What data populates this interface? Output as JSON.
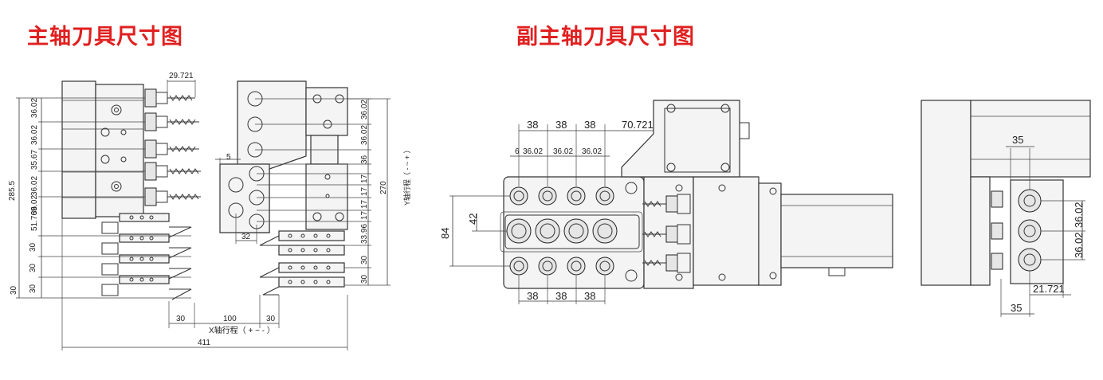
{
  "titles": {
    "main_spindle": "主轴刀具尺寸图",
    "sub_spindle": "副主轴刀具尺寸图"
  },
  "main_dims": {
    "top_offset": "29.721",
    "overall_height": "285.5",
    "left_stack": [
      "36.02",
      "36.02",
      "35.67",
      "36.02",
      "36.02",
      "51.769"
    ],
    "lower_pitch": [
      "30",
      "30",
      "30",
      "30"
    ],
    "right_small": "5",
    "hole_pitch": "32",
    "right_stack": [
      "36.02",
      "36.02",
      "36",
      "17",
      "17",
      "17",
      "17",
      "33.96"
    ],
    "right_lower": [
      "30",
      "30"
    ],
    "overall_travel_y": "270",
    "y_axis_label": "Y轴行程（ - ~ + ）",
    "bottom_left": "30",
    "bottom_mid": "100",
    "bottom_right": "30",
    "x_axis_label": "X轴行程（ + ~ - ）",
    "overall_width": "411"
  },
  "sub_dims": {
    "top_pitch": [
      "38",
      "38",
      "38"
    ],
    "top_offset": "70.721",
    "fine_pitch": [
      "6",
      "36.02",
      "36.02",
      "36.02"
    ],
    "side_42": "42",
    "side_84": "84",
    "bottom_pitch": [
      "38",
      "38",
      "38"
    ],
    "right_top": "35",
    "right_stack": [
      "36.02",
      "36.02"
    ],
    "right_offset": "21.721",
    "right_bottom": "35"
  }
}
